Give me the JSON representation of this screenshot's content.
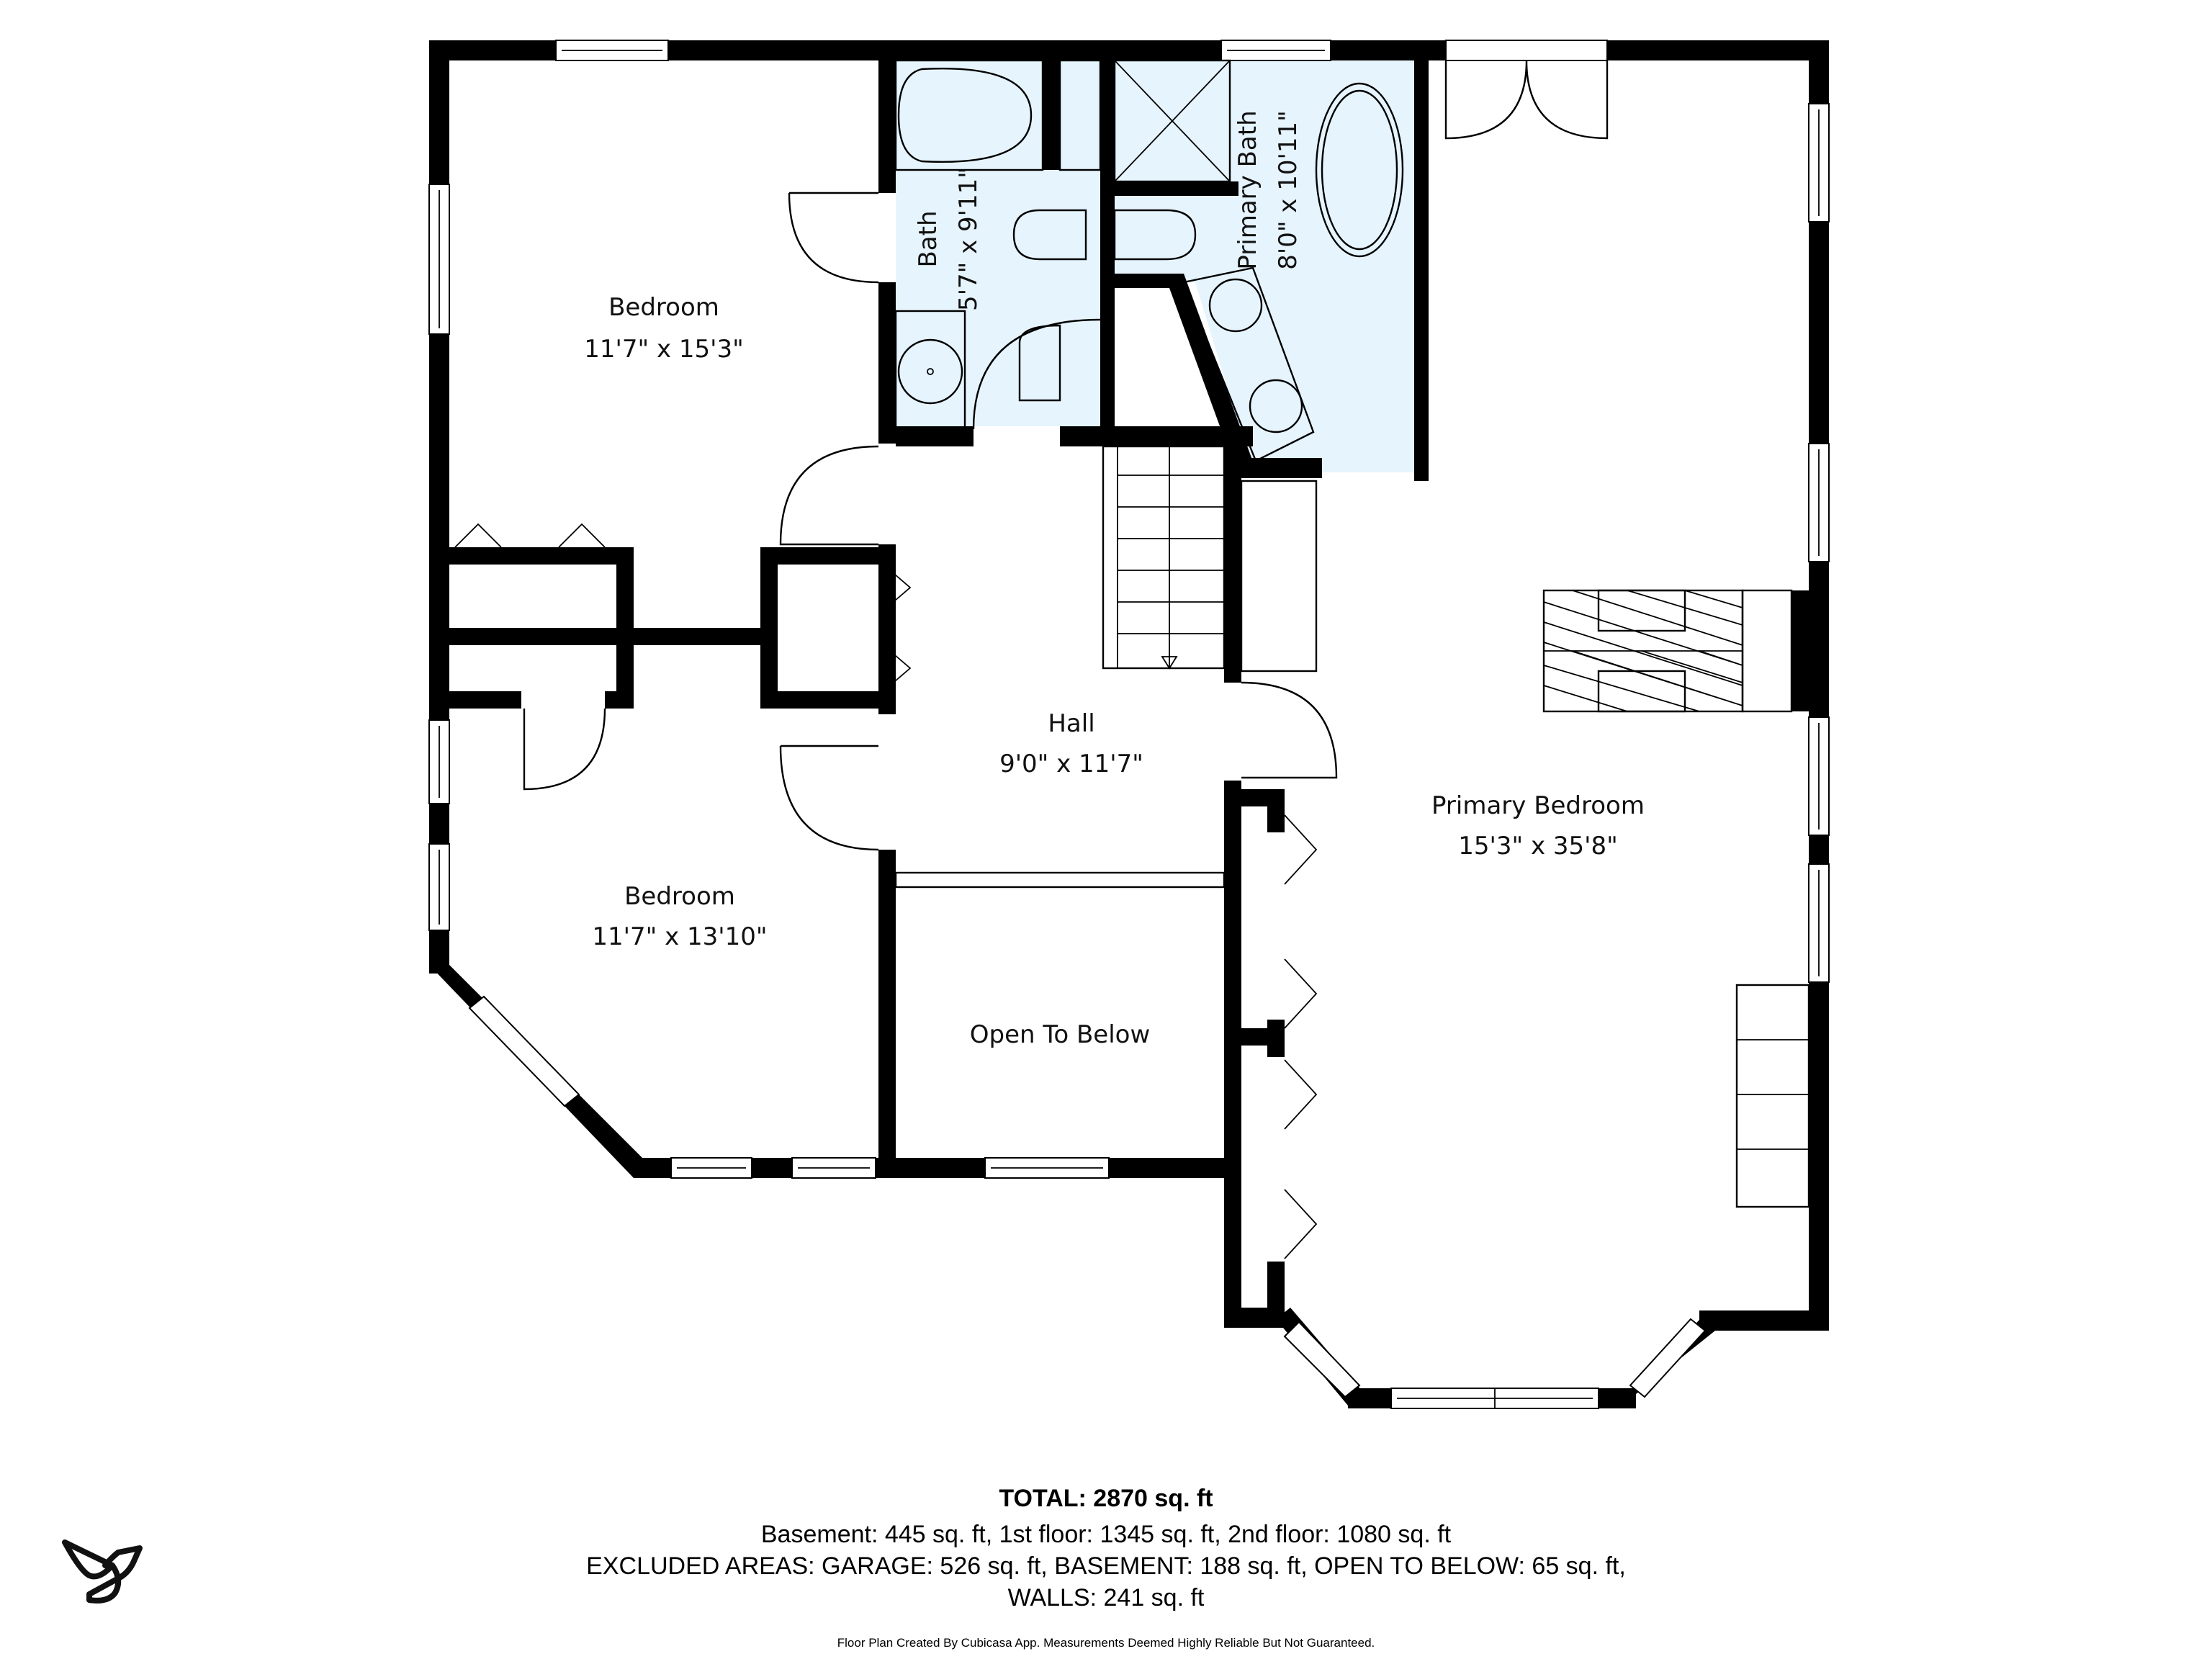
{
  "rooms": [
    {
      "id": "bedroom-1",
      "name": "Bedroom",
      "dimensions": "11'7\" x 15'3\""
    },
    {
      "id": "bath",
      "name": "Bath",
      "dimensions": "5'7\" x 9'11\""
    },
    {
      "id": "primary-bath",
      "name": "Primary Bath",
      "dimensions": "8'0\" x 10'11\""
    },
    {
      "id": "hall",
      "name": "Hall",
      "dimensions": "9'0\" x 11'7\""
    },
    {
      "id": "primary-bedroom",
      "name": "Primary Bedroom",
      "dimensions": "15'3\" x 35'8\""
    },
    {
      "id": "bedroom-2",
      "name": "Bedroom",
      "dimensions": "11'7\" x 13'10\""
    },
    {
      "id": "open-to-below",
      "name": "Open To Below",
      "dimensions": ""
    }
  ],
  "summary": {
    "total": "TOTAL: 2870 sq. ft",
    "floors": "Basement: 445 sq. ft, 1st floor: 1345 sq. ft, 2nd floor: 1080 sq. ft",
    "excluded": "EXCLUDED AREAS: GARAGE: 526 sq. ft, BASEMENT: 188 sq. ft, OPEN TO BELOW: 65 sq. ft,",
    "walls": "WALLS: 241 sq. ft"
  },
  "disclaimer": "Floor Plan Created By Cubicasa App. Measurements Deemed Highly Reliable But Not Guaranteed.",
  "icons": {
    "logo": "hummingbird-logo-icon",
    "stair_direction": "arrow-down-icon"
  },
  "colors": {
    "wall": "#000000",
    "bath_fill": "#e6f4fd",
    "background": "#ffffff"
  }
}
